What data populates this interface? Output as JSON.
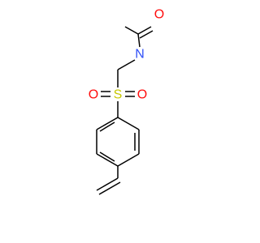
{
  "molecule": {
    "atoms": {
      "oxygen_carbonyl": {
        "label": "O",
        "color": "#FF0D0D"
      },
      "nitrogen": {
        "label": "N",
        "color": "#3050F8"
      },
      "sulfur": {
        "label": "S",
        "color": "#C8C800"
      },
      "oxygen_sulfonyl_left": {
        "label": "O",
        "color": "#FF0D0D"
      },
      "oxygen_sulfonyl_right": {
        "label": "O",
        "color": "#FF0D0D"
      }
    },
    "bond_color": "#000000",
    "background_color": "#FFFFFF"
  }
}
